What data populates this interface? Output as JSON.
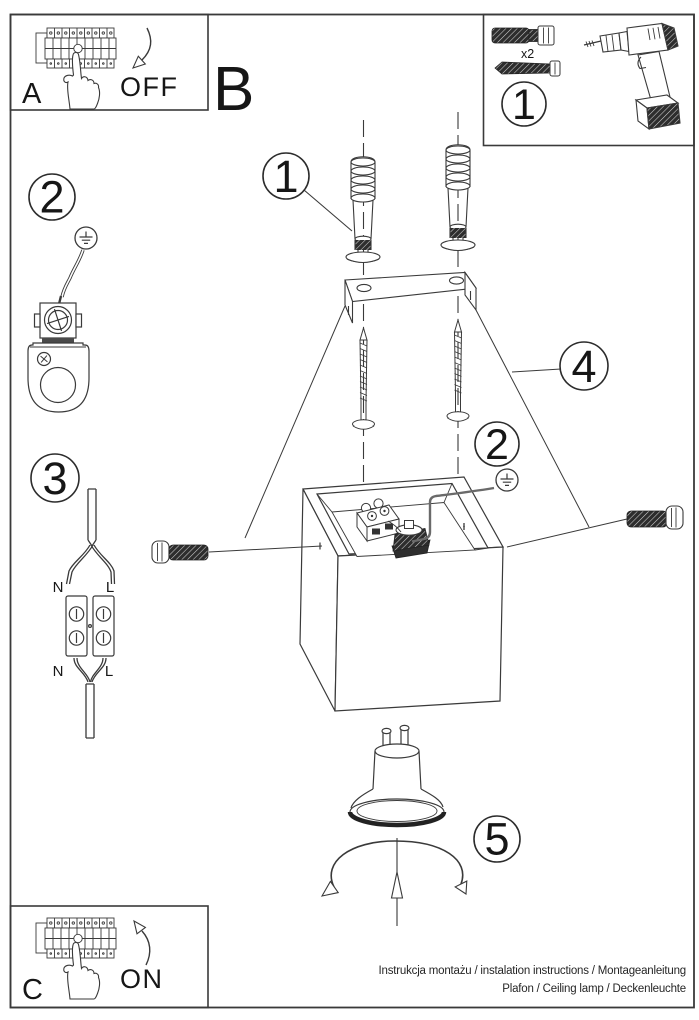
{
  "colors": {
    "paper": "#ffffff",
    "ink": "#3a3a3a",
    "text": "#161616"
  },
  "panel_off": {
    "letter": "A",
    "action": "OFF"
  },
  "panel_on": {
    "letter": "C",
    "action": "ON"
  },
  "section_label": "B",
  "kit": {
    "step": "1",
    "quantity": "x2"
  },
  "callouts": {
    "anchors": "1",
    "ground_left": "2",
    "wiring": "3",
    "projection": "4",
    "ground_lamp": "2",
    "bulb": "5"
  },
  "wiring": {
    "neutral_top": "N",
    "line_top": "L",
    "neutral_bottom": "N",
    "line_bottom": "L"
  },
  "footer": {
    "line1": "Instrukcja montażu / instalation instructions / Montageanleitung",
    "line2": "Plafon / Ceiling lamp / Deckenleuchte"
  }
}
